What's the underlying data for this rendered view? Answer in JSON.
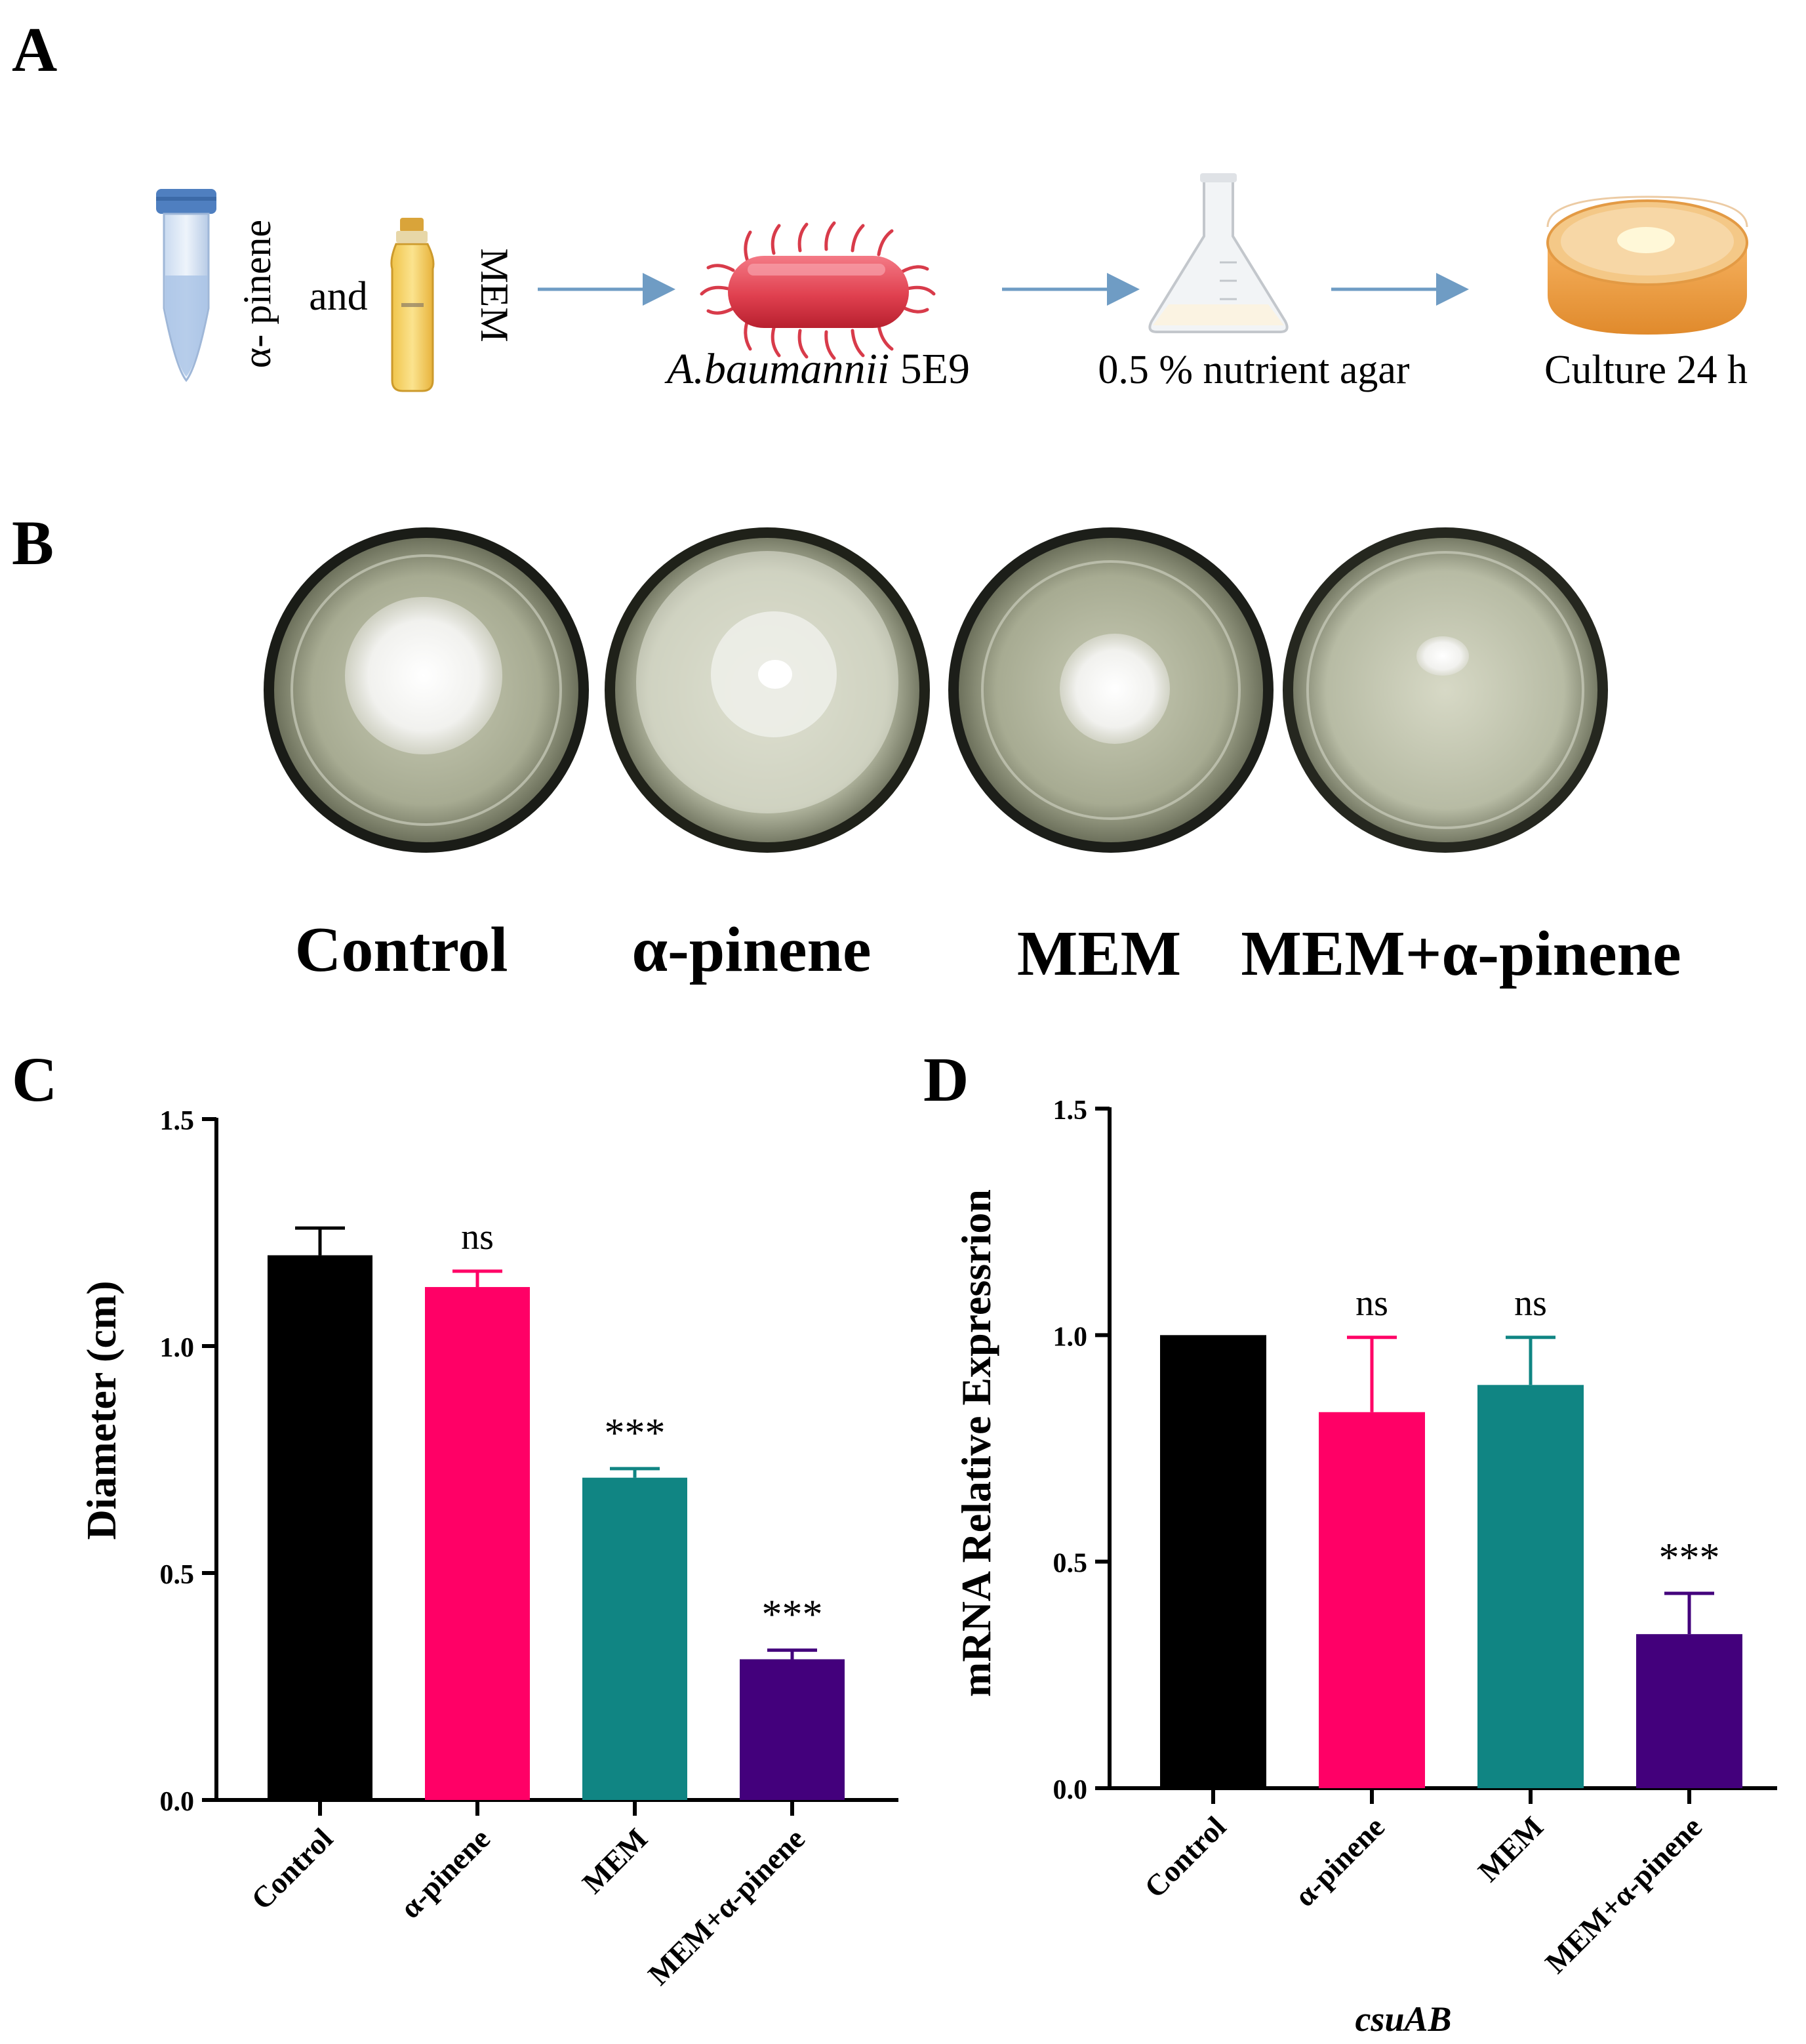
{
  "panels": {
    "a": "A",
    "b": "B",
    "c": "C",
    "d": "D"
  },
  "panel_a": {
    "tube_label": "α- pinene",
    "and_label": "and",
    "vial_label": "MEM",
    "bacteria_label_italic": "A.baumannii",
    "bacteria_label_strain": " 5E9",
    "flask_label": "0.5 % nutrient agar",
    "dish_label": "Culture 24 h"
  },
  "panel_b": {
    "plates": [
      {
        "label": "Control"
      },
      {
        "label": "α-pinene"
      },
      {
        "label": "MEM"
      },
      {
        "label": "MEM+α-pinene"
      }
    ]
  },
  "colors": {
    "control": "#000000",
    "alpha": "#ff0066",
    "mem": "#108583",
    "combo": "#43007c"
  },
  "chart_data": [
    {
      "type": "bar",
      "categories": [
        "Control",
        "α-pinene",
        "MEM",
        "MEM+α-pinene"
      ],
      "values": [
        1.2,
        1.13,
        0.71,
        0.31
      ],
      "errors": [
        0.06,
        0.035,
        0.02,
        0.02
      ],
      "significance": [
        "",
        "ns",
        "***",
        "***"
      ],
      "title": "",
      "xlabel": "",
      "ylabel": "Diameter (cm)",
      "ylim": [
        0,
        1.5
      ],
      "yticks": [
        "0.0",
        "0.5",
        "1.0",
        "1.5"
      ],
      "grid": false
    },
    {
      "type": "bar",
      "categories": [
        "Control",
        "α-pinene",
        "MEM",
        "MEM+α-pinene"
      ],
      "values": [
        1.0,
        0.83,
        0.89,
        0.34
      ],
      "errors": [
        0.0,
        0.165,
        0.105,
        0.09
      ],
      "significance": [
        "",
        "ns",
        "ns",
        "***"
      ],
      "title": "",
      "xlabel": "csuAB",
      "ylabel": "mRNA Relative Expressrion",
      "ylim": [
        0,
        1.5
      ],
      "yticks": [
        "0.0",
        "0.5",
        "1.0",
        "1.5"
      ],
      "grid": false
    }
  ]
}
